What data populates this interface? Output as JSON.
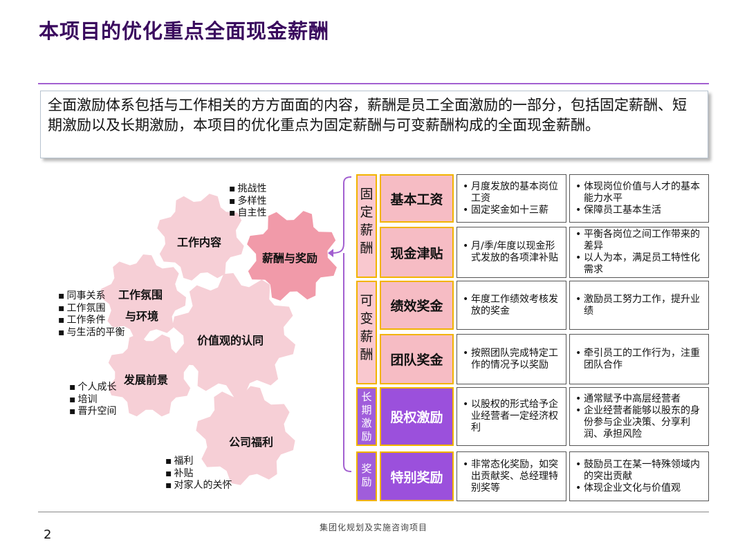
{
  "title": "本项目的优化重点全面现金薪酬",
  "intro": "全面激励体系包括与工作相关的方方面面的内容，薪酬是员工全面激励的一部分，包括固定薪酬、短期激励以及长期激励，本项目的优化重点为固定薪酬与可变薪酬构成的全面现金薪酬。",
  "gears": {
    "work_content": {
      "label": "工作内容",
      "bullets": [
        "挑战性",
        "多样性",
        "自主性"
      ]
    },
    "compensation": {
      "label": "薪酬与奖励"
    },
    "atmosphere": {
      "label_line1": "工作氛围",
      "label_line2": "与环境",
      "bullets": [
        "同事关系",
        "工作氛围",
        "工作条件",
        "与生活的平衡"
      ]
    },
    "values": {
      "label": "价值观的认同"
    },
    "development": {
      "label": "发展前景",
      "bullets": [
        "个人成长",
        "培训",
        "晋升空间"
      ]
    },
    "welfare": {
      "label": "公司福利",
      "bullets": [
        "福利",
        "补贴",
        "对家人的关怀"
      ]
    }
  },
  "categories": [
    {
      "chars": [
        "固",
        "定",
        "薪",
        "酬"
      ]
    },
    {
      "chars": [
        "可",
        "变",
        "薪",
        "酬"
      ]
    },
    {
      "chars": [
        "长",
        "期",
        "激",
        "励"
      ]
    },
    {
      "chars": [
        "奖",
        "励"
      ]
    }
  ],
  "rows": [
    {
      "name": "基本工资",
      "col1": [
        "月度发放的基本岗位工资",
        "固定奖金如十三薪"
      ],
      "col2": [
        "体现岗位价值与人才的基本能力水平",
        "保障员工基本生活"
      ]
    },
    {
      "name": "现金津贴",
      "col1": [
        "月/季/年度以现金形式发放的各项津补贴"
      ],
      "col2": [
        "平衡各岗位之间工作带来的差异",
        "以人为本，满足员工特性化需求"
      ]
    },
    {
      "name": "绩效奖金",
      "col1": [
        "年度工作绩效考核发放的奖金"
      ],
      "col2": [
        "激励员工努力工作，提升业绩"
      ]
    },
    {
      "name": "团队奖金",
      "col1": [
        "按照团队完成特定工作的情况予以奖励"
      ],
      "col2": [
        "牵引员工的工作行为，注重团队合作"
      ]
    },
    {
      "name": "股权激励",
      "col1": [
        "以股权的形式给予企业经营者一定经济权利"
      ],
      "col2": [
        "通常赋予中高层经营者",
        "企业经营者能够以股东的身份参与企业决策、分享利润、承担风险"
      ]
    },
    {
      "name": "特别奖励",
      "col1": [
        "非常态化奖励，如突出贡献奖、总经理特别奖等"
      ],
      "col2": [
        "鼓励员工在某一特殊领域内的突出贡献",
        "体现企业文化与价值观"
      ]
    }
  ],
  "footer": "集团化规划及实施咨询项目",
  "page_number": "2"
}
